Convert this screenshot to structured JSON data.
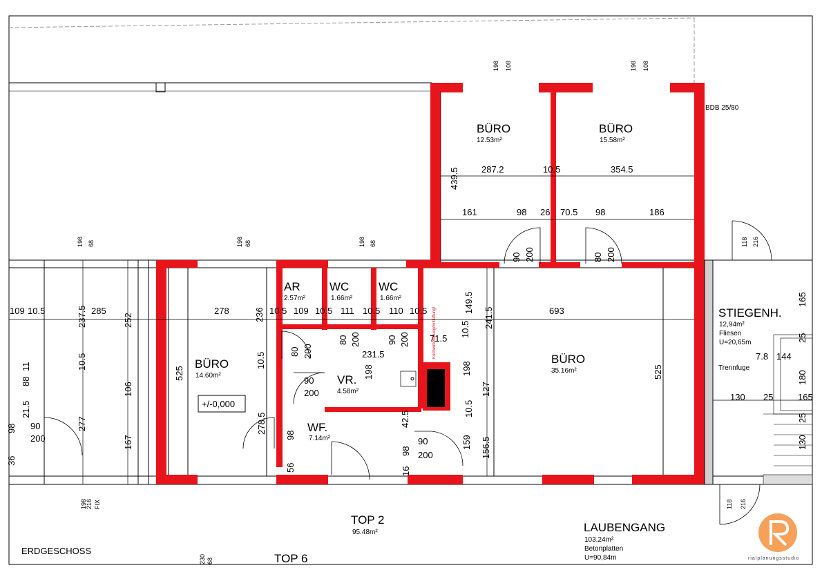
{
  "colors": {
    "wall": "#e8141c",
    "line": "#000000",
    "stair_wall": "#9a9a9a"
  },
  "rooms": [
    {
      "name": "BÜRO",
      "area": "12.53m²"
    },
    {
      "name": "BÜRO",
      "area": "15.58m²"
    },
    {
      "name": "BÜRO",
      "area": "14.60m²"
    },
    {
      "name": "AR",
      "area": "2.57m²"
    },
    {
      "name": "WC",
      "area": "1.66m²"
    },
    {
      "name": "WC",
      "area": "1.66m²"
    },
    {
      "name": "VR.",
      "area": "4.58m²"
    },
    {
      "name": "WF.",
      "area": "7.14m²"
    },
    {
      "name": "BÜRO",
      "area": "35.16m²"
    },
    {
      "name": "STIEGENH.",
      "area": "12,94m²",
      "note1": "Fliesen",
      "note2": "U=20,65m"
    }
  ],
  "labels": {
    "top2": "TOP 2",
    "top2_area": "95.48m²",
    "laubengang": "LAUBENGANG",
    "laubengang_area": "103,24m²",
    "laubengang_floor": "Betonplatten",
    "laubengang_u": "U=90,84m",
    "erdgeschoss": "ERDGESCHOSS",
    "top6": "TOP 6",
    "level": "+/-0,000",
    "bdb": "BDB 25/80",
    "trennfuge": "Trennfuge",
    "vertical_note": "Küchenbelüftung/Entlüftung!",
    "brand": "rialplanungsstudio"
  },
  "dims": [
    "287.2",
    "10.5",
    "354.5",
    "439.5",
    "161",
    "98",
    "26",
    "70.5",
    "98",
    "186",
    "109",
    "10.5",
    "285",
    "237.5",
    "252",
    "278",
    "236",
    "10.5",
    "109",
    "10.5",
    "111",
    "10.5",
    "110",
    "10.5",
    "149.5",
    "241.5",
    "693",
    "10.5",
    "71.5",
    "231.5",
    "198",
    "525",
    "10.5",
    "525",
    "106",
    "10.5",
    "277",
    "167",
    "278.5",
    "98",
    "56",
    "127",
    "198",
    "10.5",
    "42.5",
    "98",
    "16",
    "159",
    "156.5",
    "165",
    "25",
    "7.8",
    "144",
    "180",
    "130",
    "25",
    "165",
    "25",
    "130",
    "21.5",
    "11",
    "88",
    "98",
    "36"
  ],
  "doors": [
    "90",
    "200",
    "80",
    "200",
    "80",
    "200",
    "80",
    "200",
    "90",
    "200",
    "90",
    "200",
    "90",
    "200",
    "90",
    "200"
  ],
  "window_marks": [
    "198",
    "108",
    "198",
    "108",
    "198",
    "68",
    "198",
    "68",
    "198",
    "68",
    "118",
    "216",
    "118",
    "216",
    "198",
    "216",
    "FIX",
    "230",
    "68"
  ]
}
